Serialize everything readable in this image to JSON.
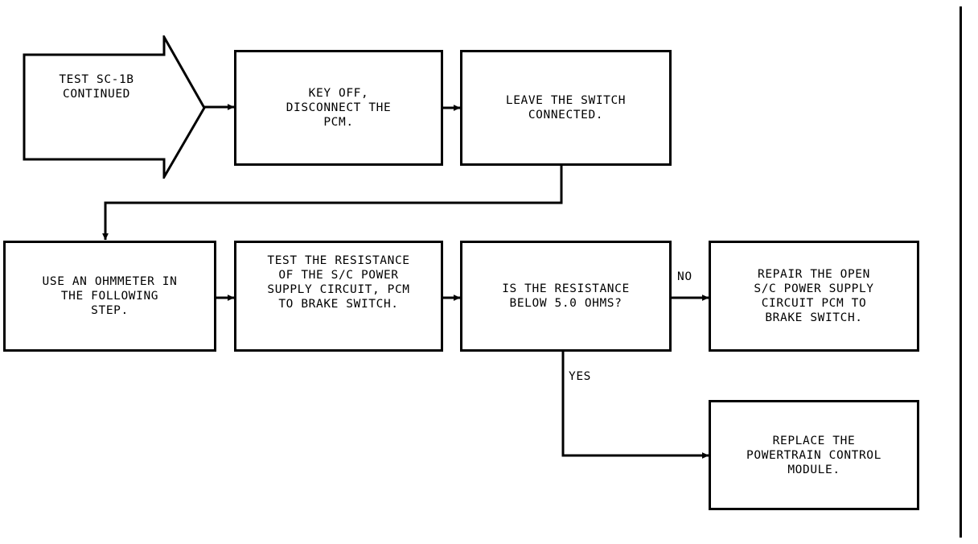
{
  "diagram": {
    "title": "TEST SC-1B CONTINUED",
    "nodes": {
      "start": {
        "text": "TEST SC-1B\nCONTINUED"
      },
      "key_off": {
        "text": "KEY OFF,\nDISCONNECT THE\nPCM."
      },
      "leave_switch": {
        "text": "LEAVE THE SWITCH\nCONNECTED."
      },
      "use_ohmmeter": {
        "text": "USE AN OHMMETER IN\nTHE FOLLOWING\nSTEP."
      },
      "test_resistance": {
        "text": "TEST THE RESISTANCE\nOF THE S/C POWER\nSUPPLY CIRCUIT, PCM\nTO BRAKE SWITCH."
      },
      "decision": {
        "text": "IS THE RESISTANCE\nBELOW 5.0 OHMS?"
      },
      "repair_open": {
        "text": "REPAIR THE OPEN\nS/C POWER SUPPLY\nCIRCUIT PCM TO\nBRAKE SWITCH."
      },
      "replace_pcm": {
        "text": "REPLACE THE\nPOWERTRAIN CONTROL\nMODULE."
      }
    },
    "edge_labels": {
      "no": "NO",
      "yes": "YES"
    },
    "colors": {
      "stroke": "#000000",
      "background": "#ffffff",
      "text": "#000000"
    }
  }
}
